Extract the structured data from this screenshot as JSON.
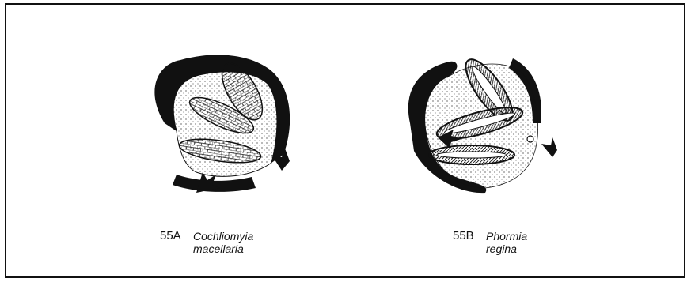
{
  "figures": [
    {
      "label": "55A",
      "caption_line1": "Cochliomyia",
      "caption_line2": "macellaria"
    },
    {
      "label": "55B",
      "caption_line1": "Phormia",
      "caption_line2": "regina"
    }
  ],
  "colors": {
    "ink": "#111111",
    "paper": "#ffffff",
    "border": "#111111"
  }
}
